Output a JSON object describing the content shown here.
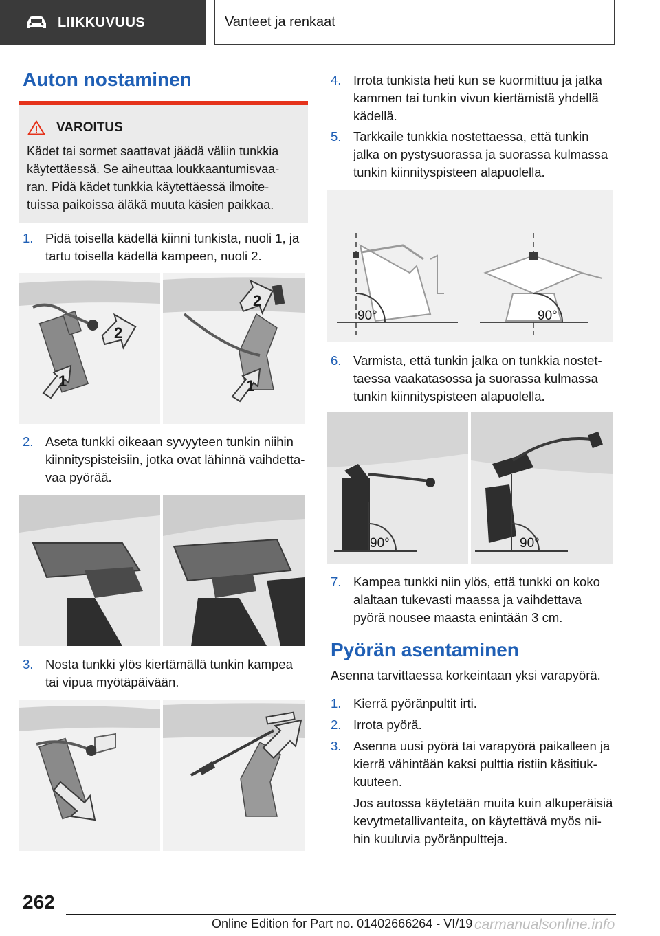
{
  "header": {
    "section": "LIIKKUVUUS",
    "topic": "Vanteet ja renkaat"
  },
  "left": {
    "title": "Auton nostaminen",
    "warning": {
      "label": "VAROITUS",
      "text": "Kädet tai sormet saattavat jäädä väliin tunkkia käytettäessä. Se aiheuttaa loukkaantumisvaa-ran. Pidä kädet tunkkia käytettäessä ilmoite-tuissa paikoissa äläkä muuta käsien paikkaa."
    },
    "steps": [
      {
        "num": "1.",
        "text": "Pidä toisella kädellä kiinni tunkista, nuoli 1, ja tartu toisella kädellä kampeen, nuoli 2."
      },
      {
        "num": "2.",
        "text": "Aseta tunkki oikeaan syvyyteen tunkin niihin kiinnityspisteisiin, jotka ovat lähinnä vaihdetta-vaa pyörää."
      },
      {
        "num": "3.",
        "text": "Nosta tunkki ylös kiertämällä tunkin kampea tai vipua myötäpäivään."
      }
    ],
    "fig1": {
      "arrow1": "1",
      "arrow2": "2"
    }
  },
  "right": {
    "steps": [
      {
        "num": "4.",
        "text": "Irrota tunkista heti kun se kuormittuu ja jatka kammen tai tunkin vivun kiertämistä yhdellä kädellä."
      },
      {
        "num": "5.",
        "text": "Tarkkaile tunkkia nostettaessa, että tunkin jalka on pystysuorassa ja suorassa kulmassa tunkin kiinnityspisteen alapuolella."
      },
      {
        "num": "6.",
        "text": "Varmista, että tunkin jalka on tunkkia nostet-taessa vaakatasossa ja suorassa kulmassa tunkin kiinnityspisteen alapuolella."
      },
      {
        "num": "7.",
        "text": "Kampea tunkki niin ylös, että tunkki on koko alaltaan tukevasti maassa ja vaihdettava pyörä nousee maasta enintään 3 cm."
      }
    ],
    "angle_label": "90°",
    "title2": "Pyörän asentaminen",
    "intro2": "Asenna tarvittaessa korkeintaan yksi varapyörä.",
    "steps2": [
      {
        "num": "1.",
        "text": "Kierrä pyöränpultit irti."
      },
      {
        "num": "2.",
        "text": "Irrota pyörä."
      },
      {
        "num": "3.",
        "text": "Asenna uusi pyörä tai varapyörä paikalleen ja kierrä vähintään kaksi pulttia ristiin käsitiuk-kuuteen."
      }
    ],
    "note": "Jos autossa käytetään muita kuin alkuperäisiä kevytmetallivanteita, on käytettävä myös nii-hin kuuluvia pyöränpultteja."
  },
  "footer": {
    "page_number": "262",
    "edition": "Online Edition for Part no. 01402666264 - VI/19",
    "watermark": "carmanualsonline.info"
  }
}
